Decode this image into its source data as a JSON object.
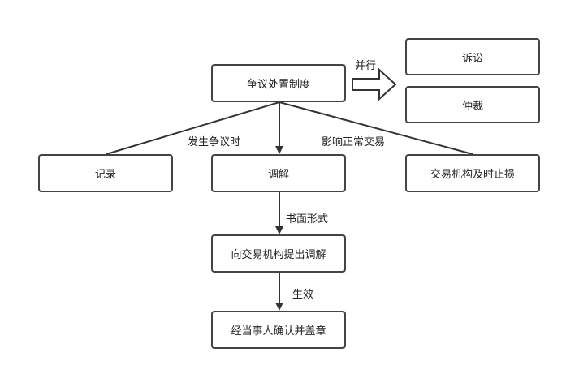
{
  "nodes": {
    "dispute": "争议处置制度",
    "litigation": "诉讼",
    "arbitration": "仲裁",
    "record": "记录",
    "mediation": "调解",
    "suspend": "交易机构及时止损",
    "apply": "向交易机构提出调解",
    "confirm": "经当事人确认并盖章"
  },
  "labels": {
    "parallel": "并行",
    "when_dispute": "发生争议时",
    "affect_trade": "影响正常交易",
    "written_form": "书面形式",
    "effective": "生效"
  }
}
